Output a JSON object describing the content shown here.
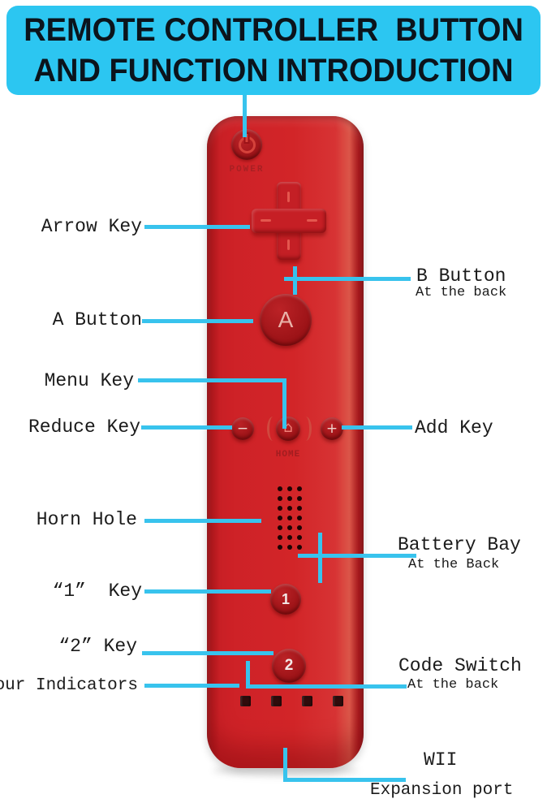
{
  "colors": {
    "banner_bg": "#2cc6f1",
    "leader_line": "#38c3ed",
    "remote_red": "#d22528",
    "button_dark_red": "#9a1216",
    "label_text": "#1b1b1b",
    "title_text": "#0b141c"
  },
  "banner": {
    "line1": "REMOTE CONTROLLER  BUTTON",
    "line2": "AND FUNCTION INTRODUCTION"
  },
  "remote": {
    "power_label": "POWER",
    "home_label": "HOME",
    "a_button": "A",
    "minus_button": "−",
    "plus_button": "+",
    "one_button": "1",
    "two_button": "2",
    "speaker": {
      "rows": 7,
      "cols": 3
    },
    "indicator_count": 4
  },
  "callouts": {
    "arrow_key": {
      "label": "Arrow Key"
    },
    "b_button": {
      "label": "B Button",
      "sub": "At the back"
    },
    "a_button": {
      "label": "A Button"
    },
    "menu_key": {
      "label": "Menu Key"
    },
    "reduce_key": {
      "label": "Reduce Key"
    },
    "add_key": {
      "label": "Add Key"
    },
    "horn_hole": {
      "label": "Horn Hole"
    },
    "battery_bay": {
      "label": "Battery Bay",
      "sub": "At the Back"
    },
    "one_key": {
      "label": "“1”  Key"
    },
    "two_key": {
      "label": "“2” Key"
    },
    "four_indicators": {
      "label": "our Indicators"
    },
    "code_switch": {
      "label": "Code Switch",
      "sub": "At the back"
    },
    "wii": {
      "label": "WII"
    },
    "expansion_port": {
      "label": "Expansion port"
    }
  }
}
